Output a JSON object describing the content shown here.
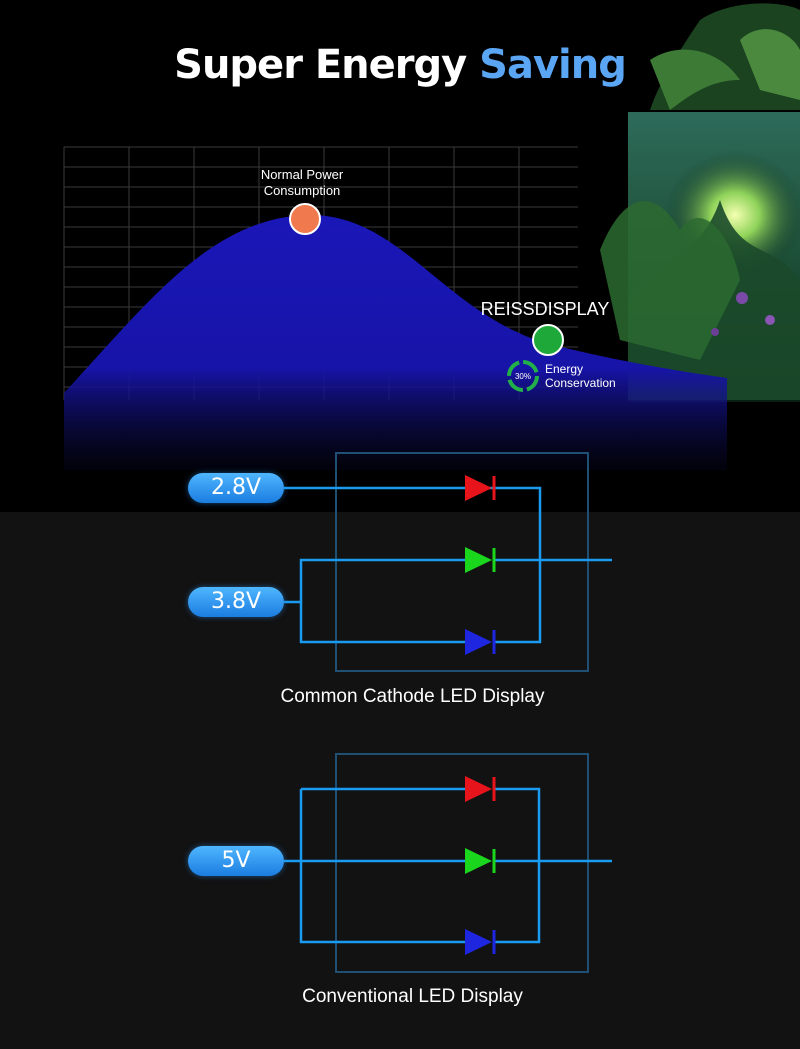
{
  "title": {
    "prefix": "Super Energy",
    "accent": "Saving"
  },
  "power_chart": {
    "normal_label_line1": "Normal Power",
    "normal_label_line2": "Consumption",
    "brand_label": "REISSDISPLAY",
    "badge_percent": "30%",
    "conservation_line1": "Energy",
    "conservation_line2": "Conservation",
    "colors": {
      "curve": "#1a17b8",
      "normal_dot": "#f0794d",
      "brand_dot": "#1fa83a"
    }
  },
  "circuit_common": {
    "voltage_red": "2.8V",
    "voltage_green_blue": "3.8V",
    "caption": "Common Cathode LED Display"
  },
  "circuit_conventional": {
    "voltage": "5V",
    "caption": "Conventional LED Display"
  },
  "colors": {
    "wire": "#1a9bf0",
    "box": "#1f4f72",
    "led_red": "#e8141b",
    "led_green": "#1ad61c",
    "led_blue": "#1e26e0"
  }
}
